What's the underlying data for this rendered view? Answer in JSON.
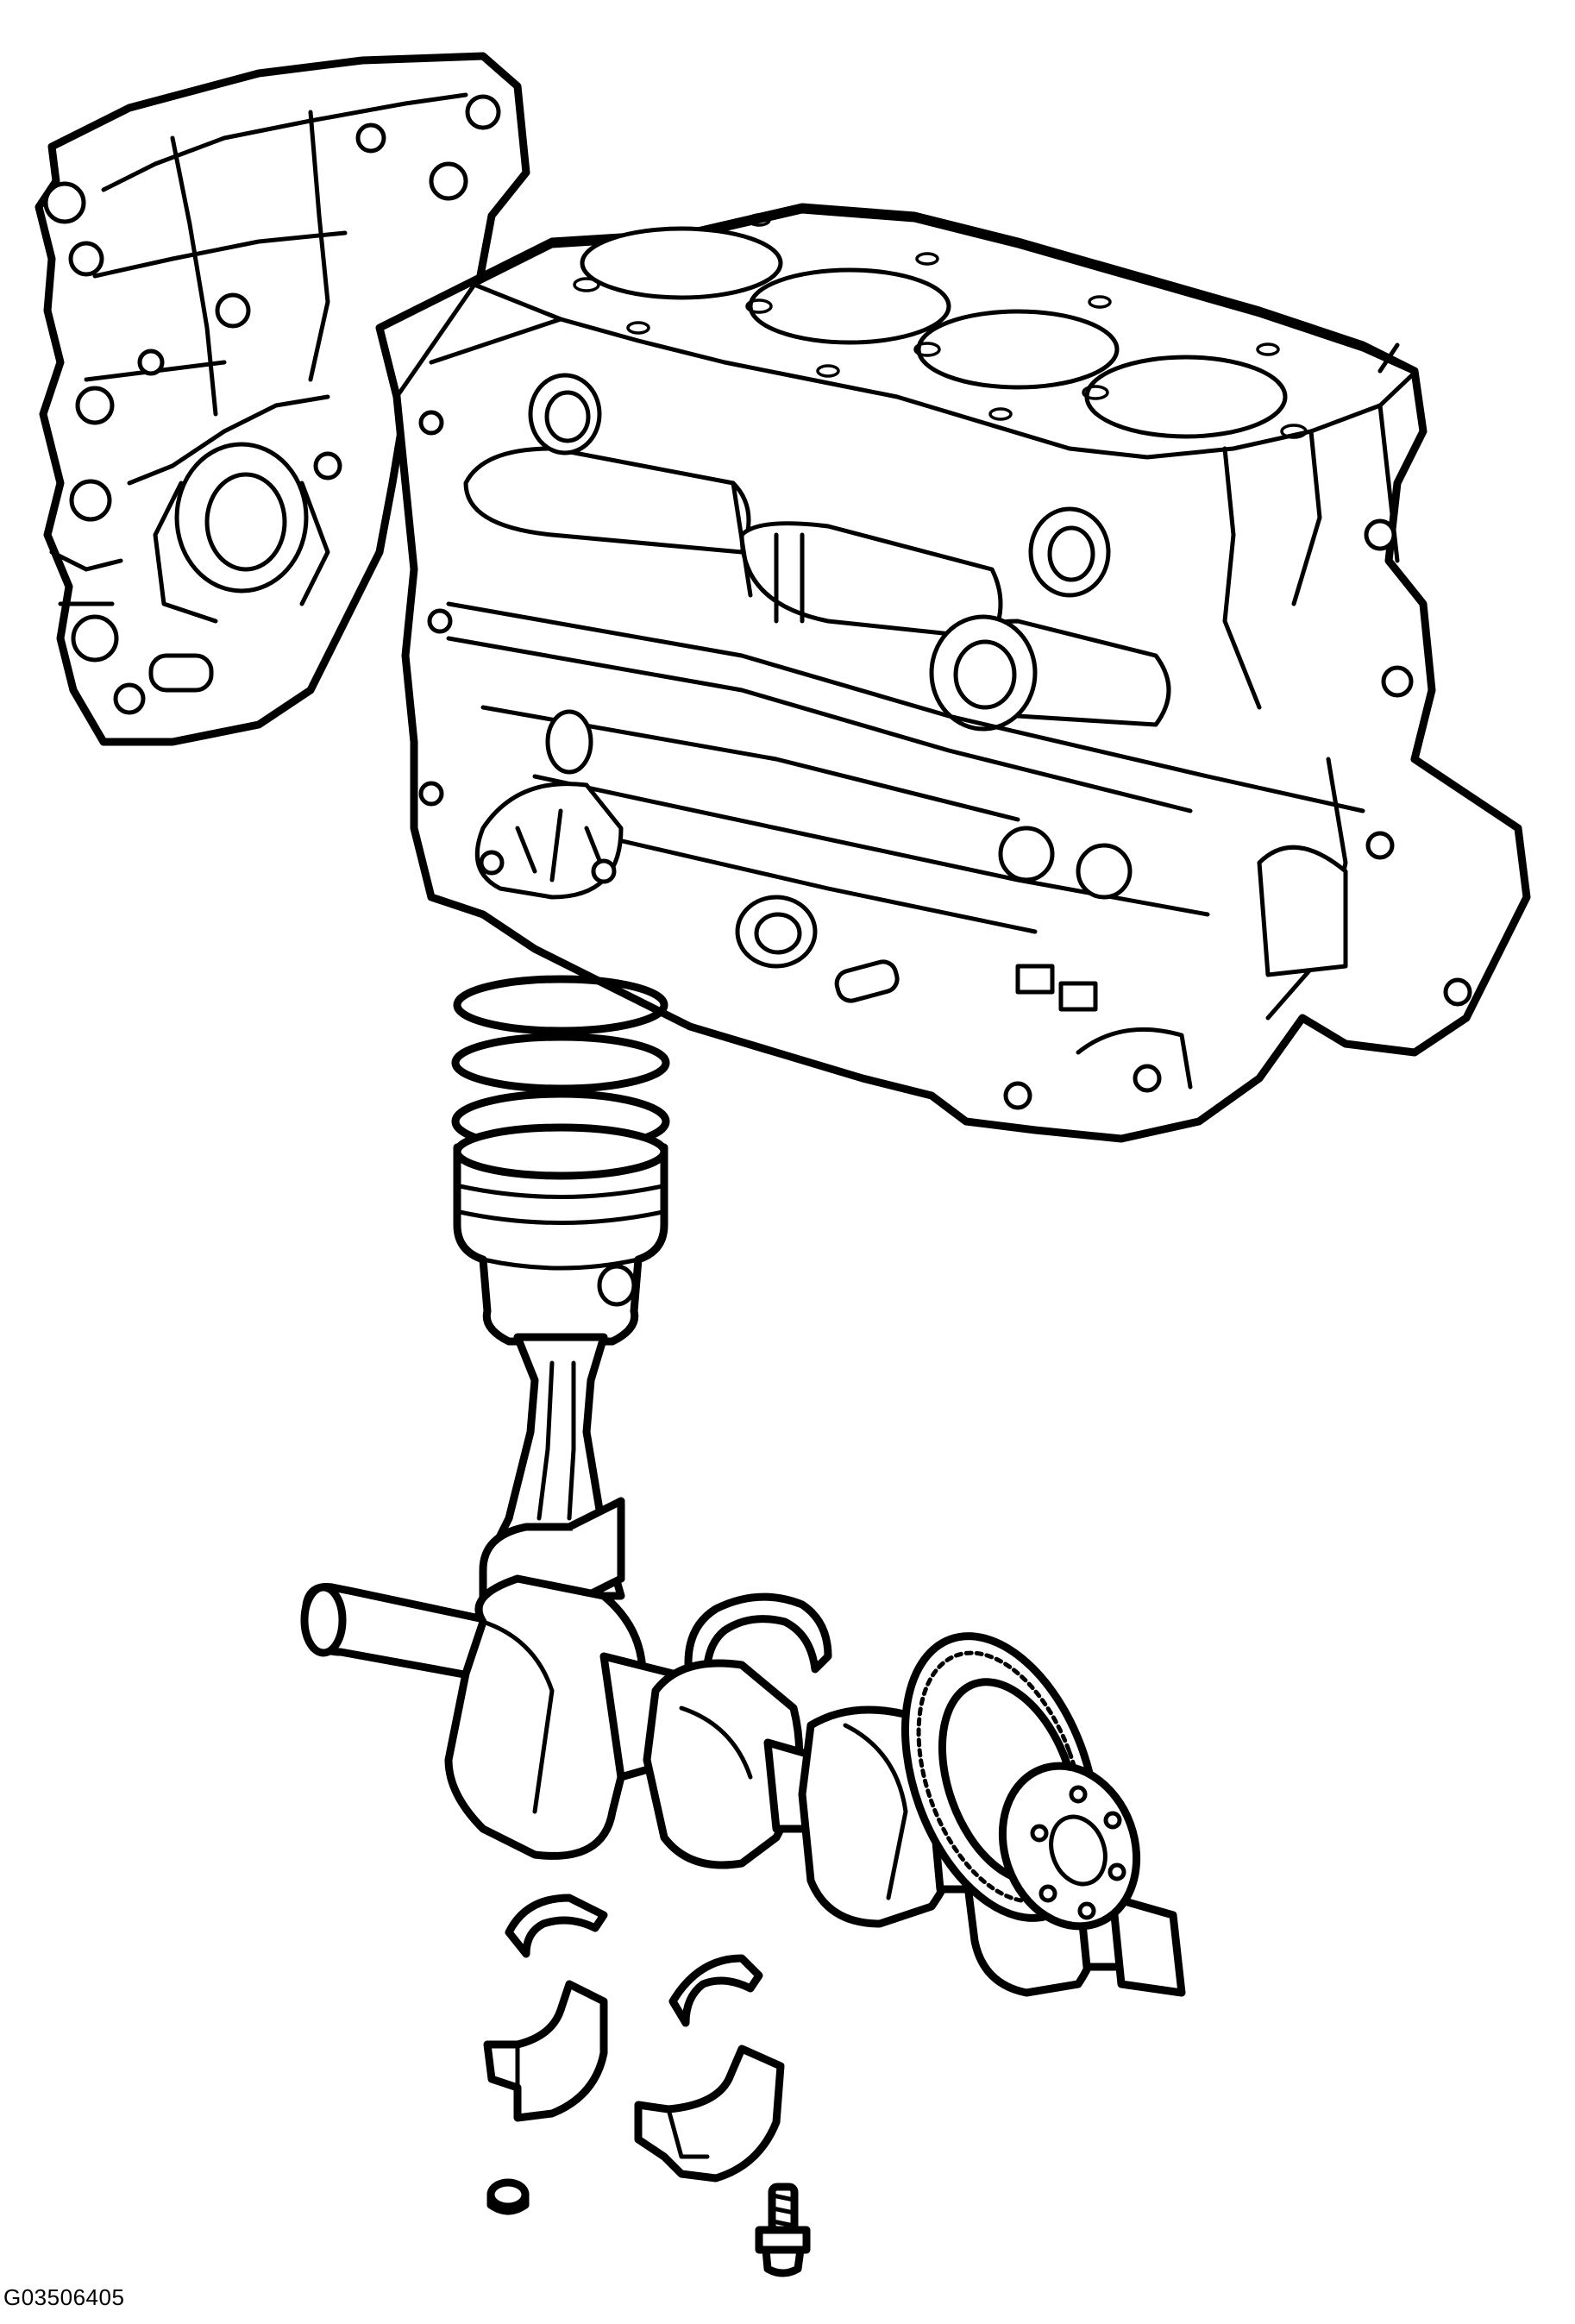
{
  "figure": {
    "id_label": "G03506405"
  },
  "parts": [
    "cylinder-block",
    "timing-cover",
    "piston-rings",
    "piston",
    "connecting-rod",
    "connecting-rod-bearing-upper",
    "connecting-rod-bearing-lower",
    "crankshaft",
    "crankshaft-sprocket",
    "main-bearing-upper-1",
    "main-bearing-upper-2",
    "main-bearing-cap-1",
    "main-bearing-cap-2",
    "dowel-pin",
    "main-bearing-cap-bolt"
  ],
  "colors": {
    "line": "#000000",
    "background": "#ffffff"
  }
}
